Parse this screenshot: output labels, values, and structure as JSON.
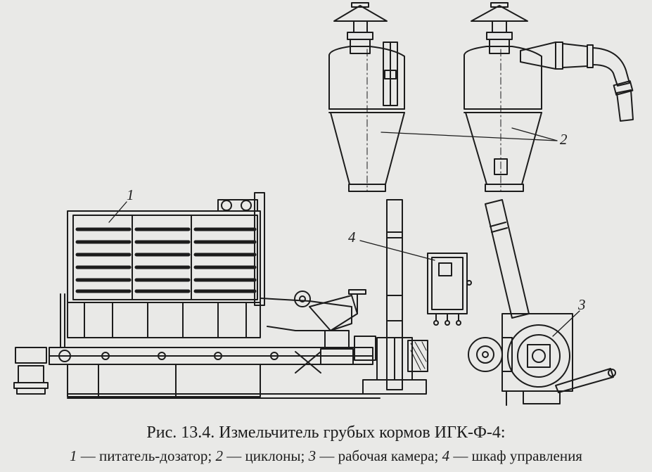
{
  "figure": {
    "title": "Рис. 13.4. Измельчитель грубых кормов ИГК-Ф-4:",
    "legend": [
      {
        "num": "1",
        "text": " — питатель-дозатор; "
      },
      {
        "num": "2",
        "text": " — циклоны; "
      },
      {
        "num": "3",
        "text": " — рабочая камера; "
      },
      {
        "num": "4",
        "text": " — шкаф управления"
      }
    ]
  },
  "callouts": {
    "feeder": "1",
    "cyclones": "2",
    "chamber": "3",
    "cabinet": "4"
  },
  "colors": {
    "background": "#e9e9e7",
    "ink": "#1c1c1c"
  }
}
